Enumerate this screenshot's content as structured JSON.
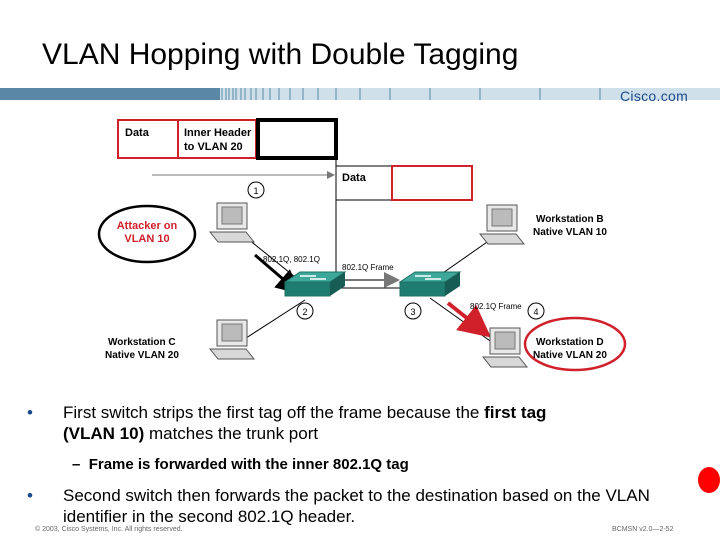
{
  "slide": {
    "title": "VLAN Hopping with Double Tagging",
    "logo": "Cisco.com"
  },
  "diagram": {
    "frame_top": {
      "data": "Data",
      "inner_header_line1": "Inner Header",
      "inner_header_line2": "to VLAN 20"
    },
    "frame_mid": {
      "data": "Data"
    },
    "attacker": {
      "line1": "Attacker on",
      "line2": "VLAN 10"
    },
    "workstation_b": {
      "line1": "Workstation B",
      "line2": "Native VLAN 10"
    },
    "workstation_c": {
      "line1": "Workstation C",
      "line2": "Native VLAN 20"
    },
    "workstation_d": {
      "line1": "Workstation D",
      "line2": "Native VLAN 20"
    },
    "link_labels": {
      "tags": "802.1Q, 802.1Q",
      "frame1": "802.1Q Frame",
      "frame2": "802.1Q Frame"
    },
    "steps": [
      "1",
      "2",
      "3",
      "4"
    ],
    "colors": {
      "red": "#d0202a",
      "bar": "#5a87a6",
      "logo": "#1a4a8c"
    }
  },
  "bullets": {
    "b1_pre": "First switch strips the first tag off the frame because the ",
    "b1_bold1": "first tag",
    "b1_bold2": "(VLAN 10)",
    "b1_post": " matches the trunk port",
    "b2_dash": "–",
    "b2": "Frame is forwarded with the inner 802.1Q tag",
    "b3": "Second switch then forwards the packet to the destination based on the VLAN identifier in the second 802.1Q header."
  },
  "footer": {
    "left": "© 2003, Cisco Systems, Inc. All rights reserved.",
    "right": "BCMSN v2.0—2-52"
  }
}
